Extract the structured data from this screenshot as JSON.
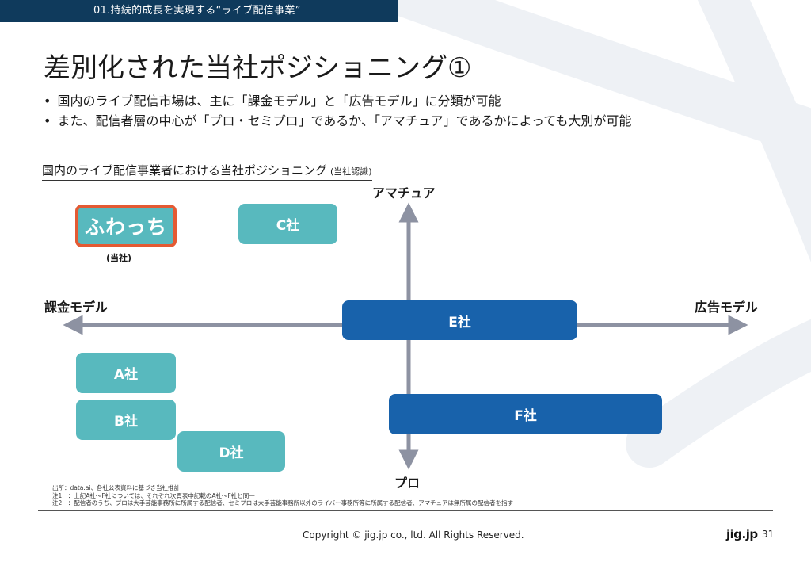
{
  "header": {
    "section": "01.持続的成長を実現する“ライブ配信事業”"
  },
  "title": "差別化された当社ポジショニング①",
  "bullets": [
    "国内のライブ配信市場は、主に「課金モデル」と「広告モデル」に分類が可能",
    "また、配信者層の中心が「プロ・セミプロ」であるか、「アマチュア」であるかによっても大別が可能"
  ],
  "diagram": {
    "title": "国内のライブ配信事業者における当社ポジショニング",
    "title_note": "(当社認識)",
    "axes": {
      "top": "アマチュア",
      "bottom": "プロ",
      "left": "課金モデル",
      "right": "広告モデル"
    },
    "ours": {
      "label": "ふわっち",
      "caption": "(当社)"
    },
    "companies": {
      "a": "A社",
      "b": "B社",
      "c": "C社",
      "d": "D社",
      "e": "E社",
      "f": "F社"
    }
  },
  "notes": [
    "出所：data.ai、各社公表資料に基づき当社推計",
    "注1　：上記A社～F社については、それぞれ次頁表中記載のA社～F社と同一",
    "注2　：配信者のうち、プロは大手芸能事務所に所属する配信者、セミプロは大手芸能事務所以外のライバー事務所等に所属する配信者、アマチュアは無所属の配信者を指す"
  ],
  "footer": {
    "copyright": "Copyright © jig.jp co., ltd. All Rights Reserved.",
    "logo": "jig.jp",
    "page": "31"
  },
  "colors": {
    "teal": "#58b9be",
    "blue": "#1862ab",
    "accent": "#e45a33",
    "header_bg": "#0f3a5c"
  }
}
